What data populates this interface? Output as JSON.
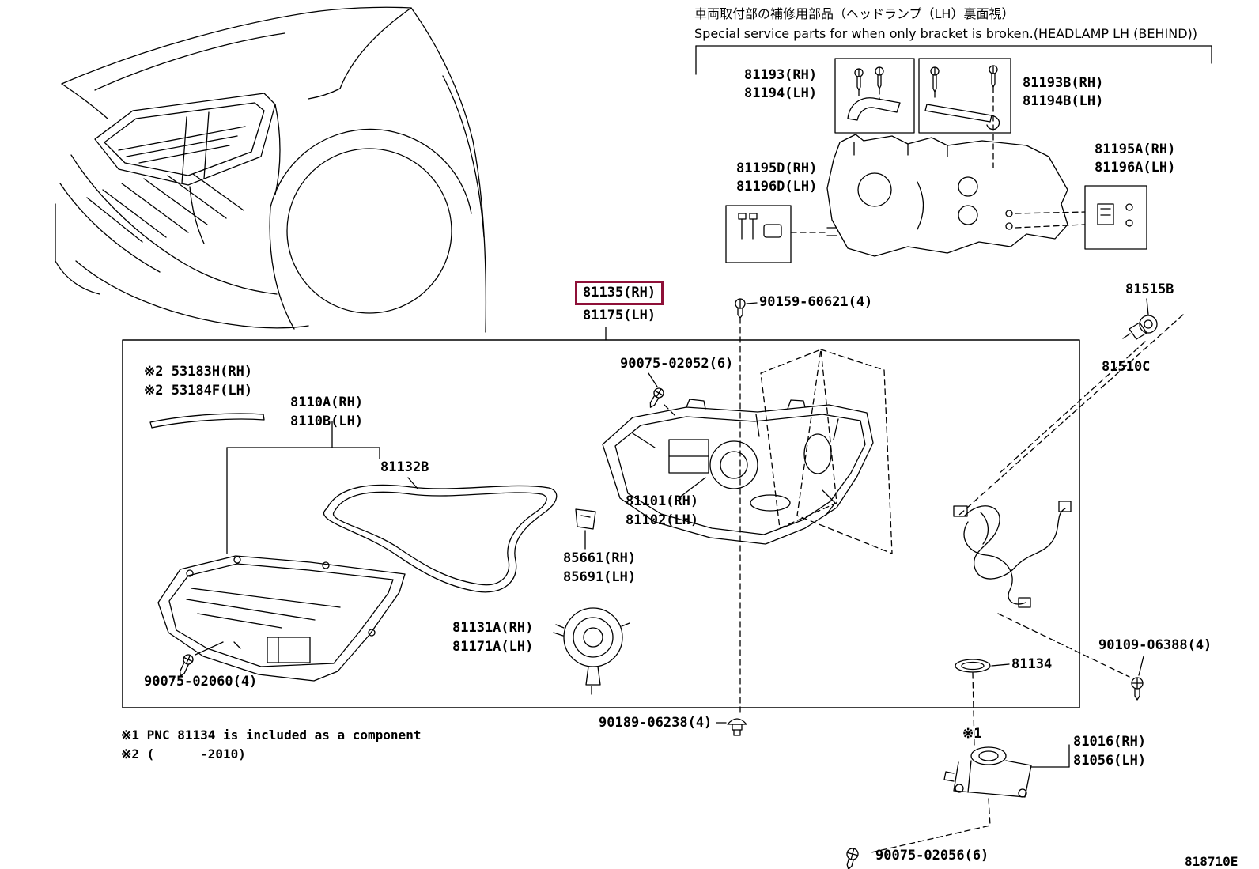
{
  "meta": {
    "diagram_code": "818710E"
  },
  "header": {
    "title_jp": "車両取付部の補修用部品（ヘッドランプ（LH）裏面視）",
    "title_en": "Special service parts for when only bracket is broken.(HEADLAMP LH (BEHIND))"
  },
  "labels": {
    "l81193_rh": "81193(RH)",
    "l81194_lh": "81194(LH)",
    "l81193b_rh": "81193B(RH)",
    "l81194b_lh": "81194B(LH)",
    "l81195d_rh": "81195D(RH)",
    "l81196d_lh": "81196D(LH)",
    "l81195a_rh": "81195A(RH)",
    "l81196a_lh": "81196A(LH)",
    "l81135_rh": "81135(RH)",
    "l81175_lh": "81175(LH)",
    "l90159": "90159-60621(4)",
    "l81515b": "81515B",
    "l81510c": "81510C",
    "l53183h": "※2 53183H(RH)",
    "l53184f": "※2 53184F(LH)",
    "l8110a": "8110A(RH)",
    "l8110b": "8110B(LH)",
    "l81132b": "81132B",
    "l90075_02052": "90075-02052(6)",
    "l81101": "81101(RH)",
    "l81102": "81102(LH)",
    "l85661": "85661(RH)",
    "l85691": "85691(LH)",
    "l81131a": "81131A(RH)",
    "l81171a": "81171A(LH)",
    "l90075_02060": "90075-02060(4)",
    "l90189": "90189-06238(4)",
    "l81134": "81134",
    "l90109": "90109-06388(4)",
    "lref1": "※1",
    "l81016": "81016(RH)",
    "l81056": "81056(LH)",
    "l90075_02056": "90075-02056(6)"
  },
  "notes": {
    "note1": "※1 PNC 81134 is included as a component",
    "note2": "※2 (      -2010)"
  },
  "colors": {
    "highlight_box": "#8E1038",
    "line": "#000000",
    "background": "#FFFFFF"
  }
}
